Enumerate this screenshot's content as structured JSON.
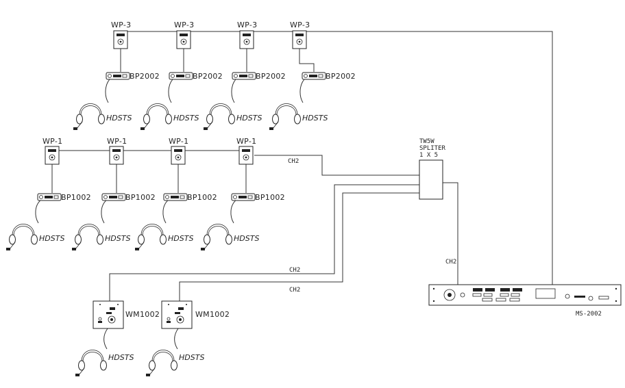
{
  "wp3_label": "WP-3",
  "wp1_label": "WP-1",
  "bp2002_label": "BP2002",
  "bp1002_label": "BP1002",
  "headset_label": "HDSTS",
  "wm1002_label": "WM1002",
  "splitter": {
    "line1": "TW5W",
    "line2": "SPLITER",
    "line3": "1 X 5"
  },
  "channel_labels": {
    "ch2_a": "CH2",
    "ch2_b": "CH2",
    "ch2_c": "CH2",
    "ch2_d": "CH2"
  },
  "master_station_label": "MS-2002"
}
